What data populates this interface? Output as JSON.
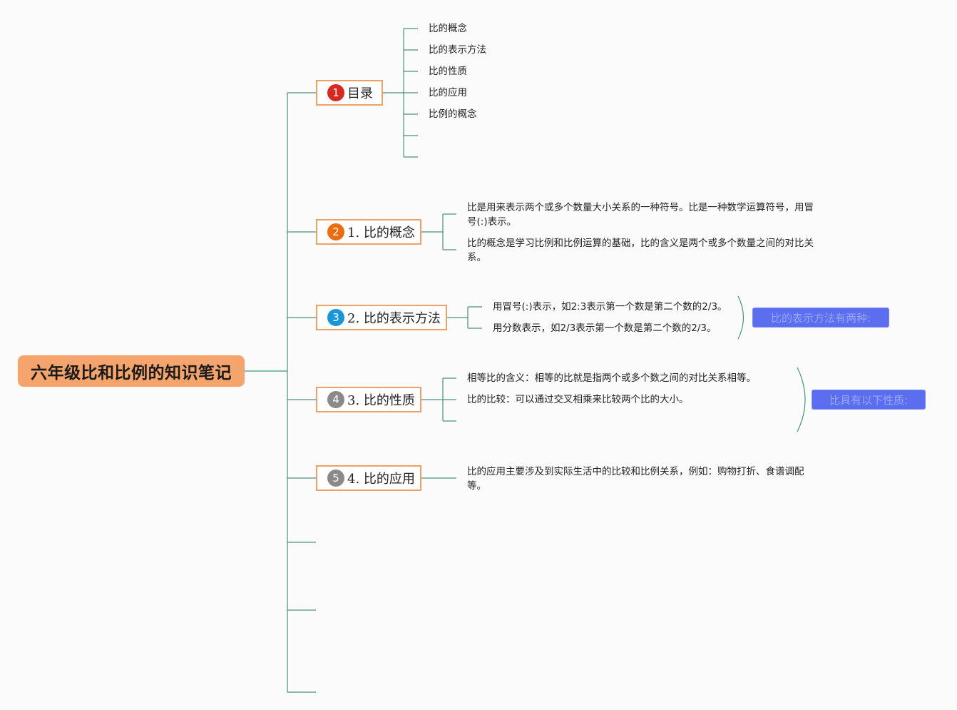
{
  "root": {
    "title": "六年级比和比例的知识笔记"
  },
  "topics": [
    {
      "number": "1",
      "label": "目录",
      "badge_color": "#d7291f",
      "children": [
        "比的概念",
        "比的表示方法",
        "比的性质",
        "比的应用",
        "比例的概念"
      ]
    },
    {
      "number": "2",
      "label": "1. 比的概念",
      "badge_color": "#ec6c12",
      "children": [
        "比是用来表示两个或多个数量大小关系的一种符号。比是一种数学运算符号，用冒号(:)表示。",
        "比的概念是学习比例和比例运算的基础，比的含义是两个或多个数量之间的对比关系。"
      ]
    },
    {
      "number": "3",
      "label": "2. 比的表示方法",
      "badge_color": "#1a96d8",
      "children": [
        "用冒号(:)表示，如2:3表示第一个数是第二个数的2/3。",
        "用分数表示，如2/3表示第一个数是第二个数的2/3。"
      ],
      "summary": "比的表示方法有两种:"
    },
    {
      "number": "4",
      "label": "3. 比的性质",
      "badge_color": "#8a8a8a",
      "children": [
        "相等比的含义：相等的比就是指两个或多个数之间的对比关系相等。",
        "比的比较：可以通过交叉相乘来比较两个比的大小。"
      ],
      "summary": "比具有以下性质:"
    },
    {
      "number": "5",
      "label": "4. 比的应用",
      "badge_color": "#8a8a8a",
      "children": [
        "比的应用主要涉及到实际生活中的比较和比例关系，例如：购物打折、食谱调配等。"
      ]
    }
  ],
  "colors": {
    "line": "#4c8f7c",
    "node_border": "#efa065",
    "root_fill": "#f4a46c",
    "summary_fill": "#5b6ef0"
  }
}
